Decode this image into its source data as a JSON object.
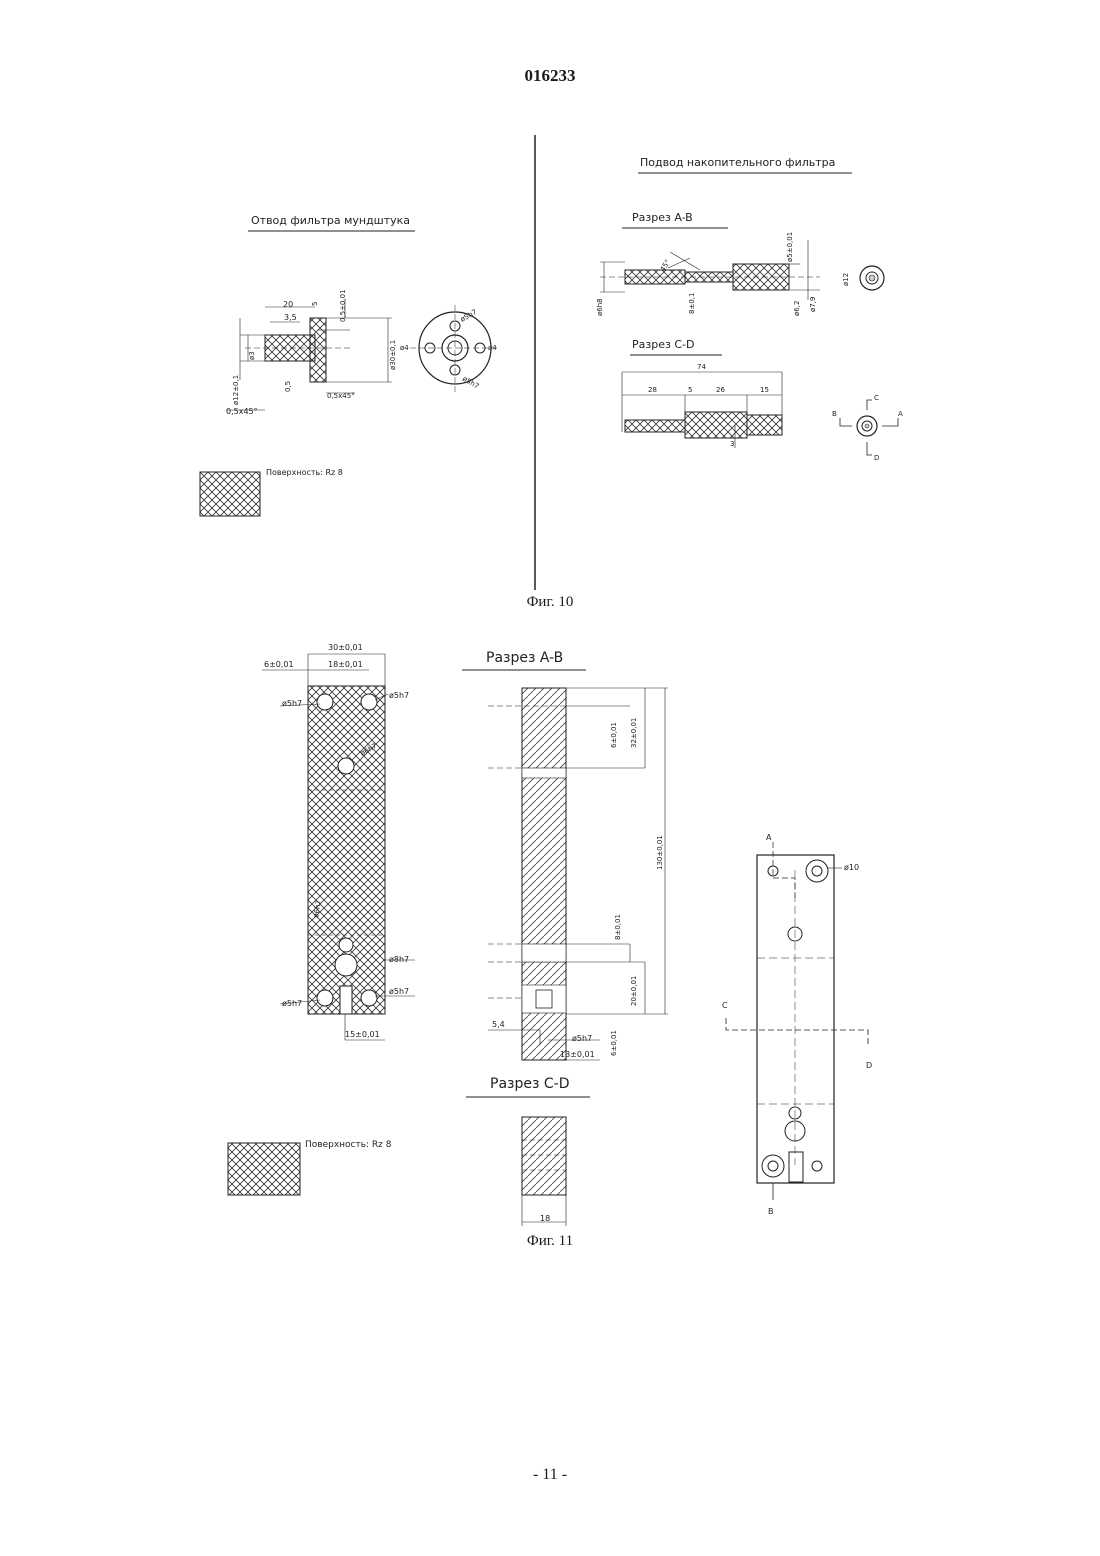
{
  "header": {
    "doc_number": "016233"
  },
  "fig10": {
    "caption": "Фиг. 10",
    "left": {
      "title": "Отвод фильтра мундштука",
      "dims": [
        "20",
        "3,5",
        "5",
        "0,5±0,01",
        "ø3",
        "ø12±0,1",
        "0,5",
        "ø30±0,1",
        "0,5x45°",
        "0,5x45°",
        "ø4",
        "ø4",
        "ø5h7",
        "ø5h7"
      ],
      "legend": "Поверхность: Rz 8"
    },
    "right": {
      "title": "Подвод накопительного фильтра",
      "section_ab": "Разрез A-B",
      "section_ab_dims": [
        "45°",
        "ø5±0,01",
        "ø12",
        "ø6h8",
        "8±0,1",
        "ø6,2",
        "ø7,9"
      ],
      "section_cd": "Разрез C-D",
      "section_cd_dims": [
        "74",
        "28",
        "5",
        "26",
        "15",
        "3"
      ],
      "markers": [
        "C",
        "B",
        "A",
        "D"
      ]
    }
  },
  "fig11": {
    "caption": "Фиг. 11",
    "plate_dims": [
      "30±0,01",
      "6±0,01",
      "18±0,01",
      "ø5h7",
      "ø5h7",
      "ø6h7",
      "ø6h7",
      "ø8h7",
      "ø5h7",
      "ø5h7",
      "15±0,01"
    ],
    "legend": "Поверхность: Rz 8",
    "section_ab": "Разрез A-B",
    "section_ab_dims": [
      "6±0,01",
      "32±0,01",
      "130±0,01",
      "8±0,01",
      "20±0,01",
      "5,4",
      "ø5h7",
      "6±0,01",
      "13±0,01"
    ],
    "section_cd": "Разрез C-D",
    "section_cd_dims": [
      "18"
    ],
    "plan_labels": [
      "A",
      "ø10",
      "C",
      "D",
      "B"
    ]
  },
  "footer": {
    "page": "- 11 -"
  }
}
